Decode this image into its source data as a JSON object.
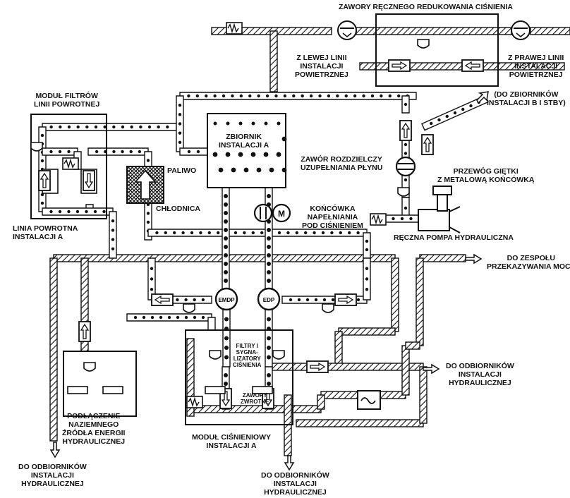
{
  "diagram": {
    "labels": {
      "pressure_reducing_valves": "ZAWORY RĘCZNEGO REDUKOWANIA CIŚNIENIA",
      "from_left_air_line": "Z LEWEJ LINII\nINSTALACJI\nPOWIETRZNEJ",
      "from_right_air_line": "Z PRAWEJ LINII\nINSTALACJI\nPOWIETRZNEJ",
      "to_b_stby_reservoirs": "(DO ZBIORNIKÓW\nINSTALACJI B I STBY)",
      "return_filter_module": "MODUŁ FILTRÓW\nLINII POWROTNEJ",
      "reservoir_a": "ZBIORNIK\nINSTALACJI A",
      "fill_selector_valve": "ZAWÓR ROZDZIELCZY\nUZUPEŁNIANIA PŁYNU",
      "flex_hose": "PRZEWÓG GIĘTKI\nZ METALOWĄ KOŃCÓWKĄ",
      "fuel": "PALIWO",
      "cooler": "CHŁODNICA",
      "pressure_fill_fitting": "KOŃCÓWKA\nNAPEŁNIANIA\nPOD CIŚNIENIEM",
      "return_line_a": "LINIA POWROTNA\nINSTALACJI A",
      "hand_pump": "RĘCZNA POMPA HYDRAULICZNA",
      "to_ptu": "DO ZESPOŁU\nPRZEKAZYWANIA MOCY",
      "filters_indicators": "FILTRY I\nSYGNA-\nLIZATORY\nCIŚNIENIA",
      "check_valves": "ZAWORY\nZWROTNE",
      "to_users_right": "DO ODBIORNIKÓW\nINSTALACJI\nHYDRAULICZNEJ",
      "ground_power_connection": "PODŁĄCZENIE\nNAZIEMNEGO\nŹRÓDŁA ENERGII\nHYDRAULICZNEJ",
      "pressure_module_a": "MODUŁ CIŚNIENIOWY\nINSTALACJI A",
      "to_users_left": "DO ODBIORNIKÓW\nINSTALACJI\nHYDRAULICZNEJ",
      "to_users_bottom": "DO ODBIORNIKÓW\nINSTALACJI\nHYDRAULICZNEJ"
    },
    "pump_labels": {
      "emdp": "EMDP",
      "edp": "EDP",
      "motor": "M"
    },
    "legend_colors": {
      "line": "#111111",
      "background": "#ffffff",
      "dot": "#111111"
    }
  }
}
